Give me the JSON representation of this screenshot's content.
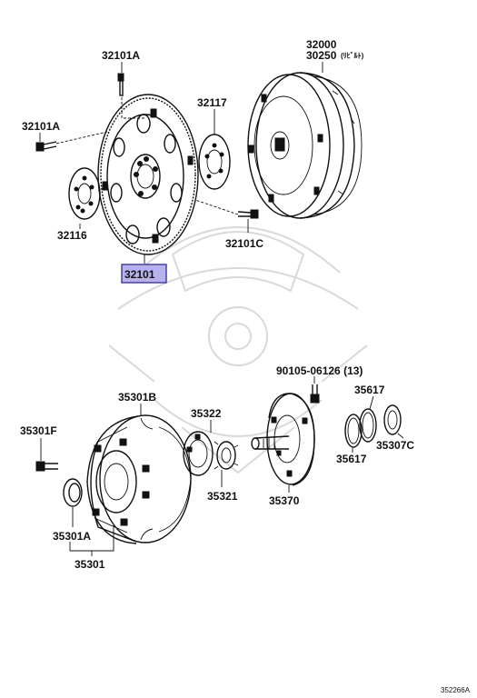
{
  "labels": {
    "flywheel_bolt_top": "32101A",
    "flywheel_bolt_left": "32101A",
    "flywheel_plate": "32116",
    "flywheel": "32101",
    "drive_plate": "32117",
    "converter_bolt": "32101C",
    "torque_converter": "32000",
    "converter_sub": "30250",
    "converter_sub_note": "(ﾘﾋﾞﾙﾄ)",
    "pump_bolt_top": "90105-06126 (13)",
    "pump_body": "35301B",
    "pump_bolt": "35301F",
    "seal": "35301A",
    "pump_assy": "35301",
    "gear_set": "35322",
    "drive_gear": "35321",
    "stator_shaft": "35370",
    "seal_ring_top": "35617",
    "seal_ring_bottom": "35617",
    "washer": "35307C"
  },
  "footer": {
    "code": "352266A"
  },
  "colors": {
    "highlight": "#b7b2ea",
    "highlight_border": "#3a35a8",
    "ink": "#111111",
    "watermark": "#d9d9d9"
  }
}
